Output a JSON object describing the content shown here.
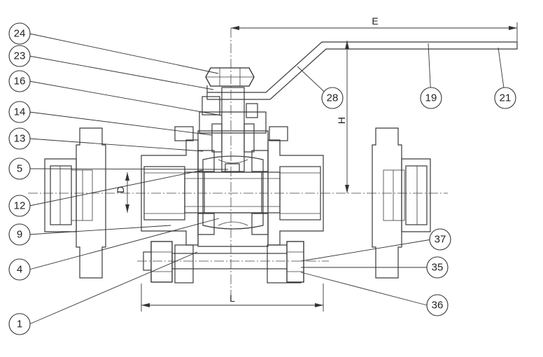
{
  "diagram": {
    "callouts": [
      "24",
      "23",
      "16",
      "14",
      "13",
      "5",
      "12",
      "9",
      "4",
      "1",
      "28",
      "19",
      "21",
      "37",
      "35",
      "36"
    ],
    "dimensions": {
      "length": "L",
      "handle_length": "E",
      "height": "H",
      "bore": "D"
    }
  }
}
